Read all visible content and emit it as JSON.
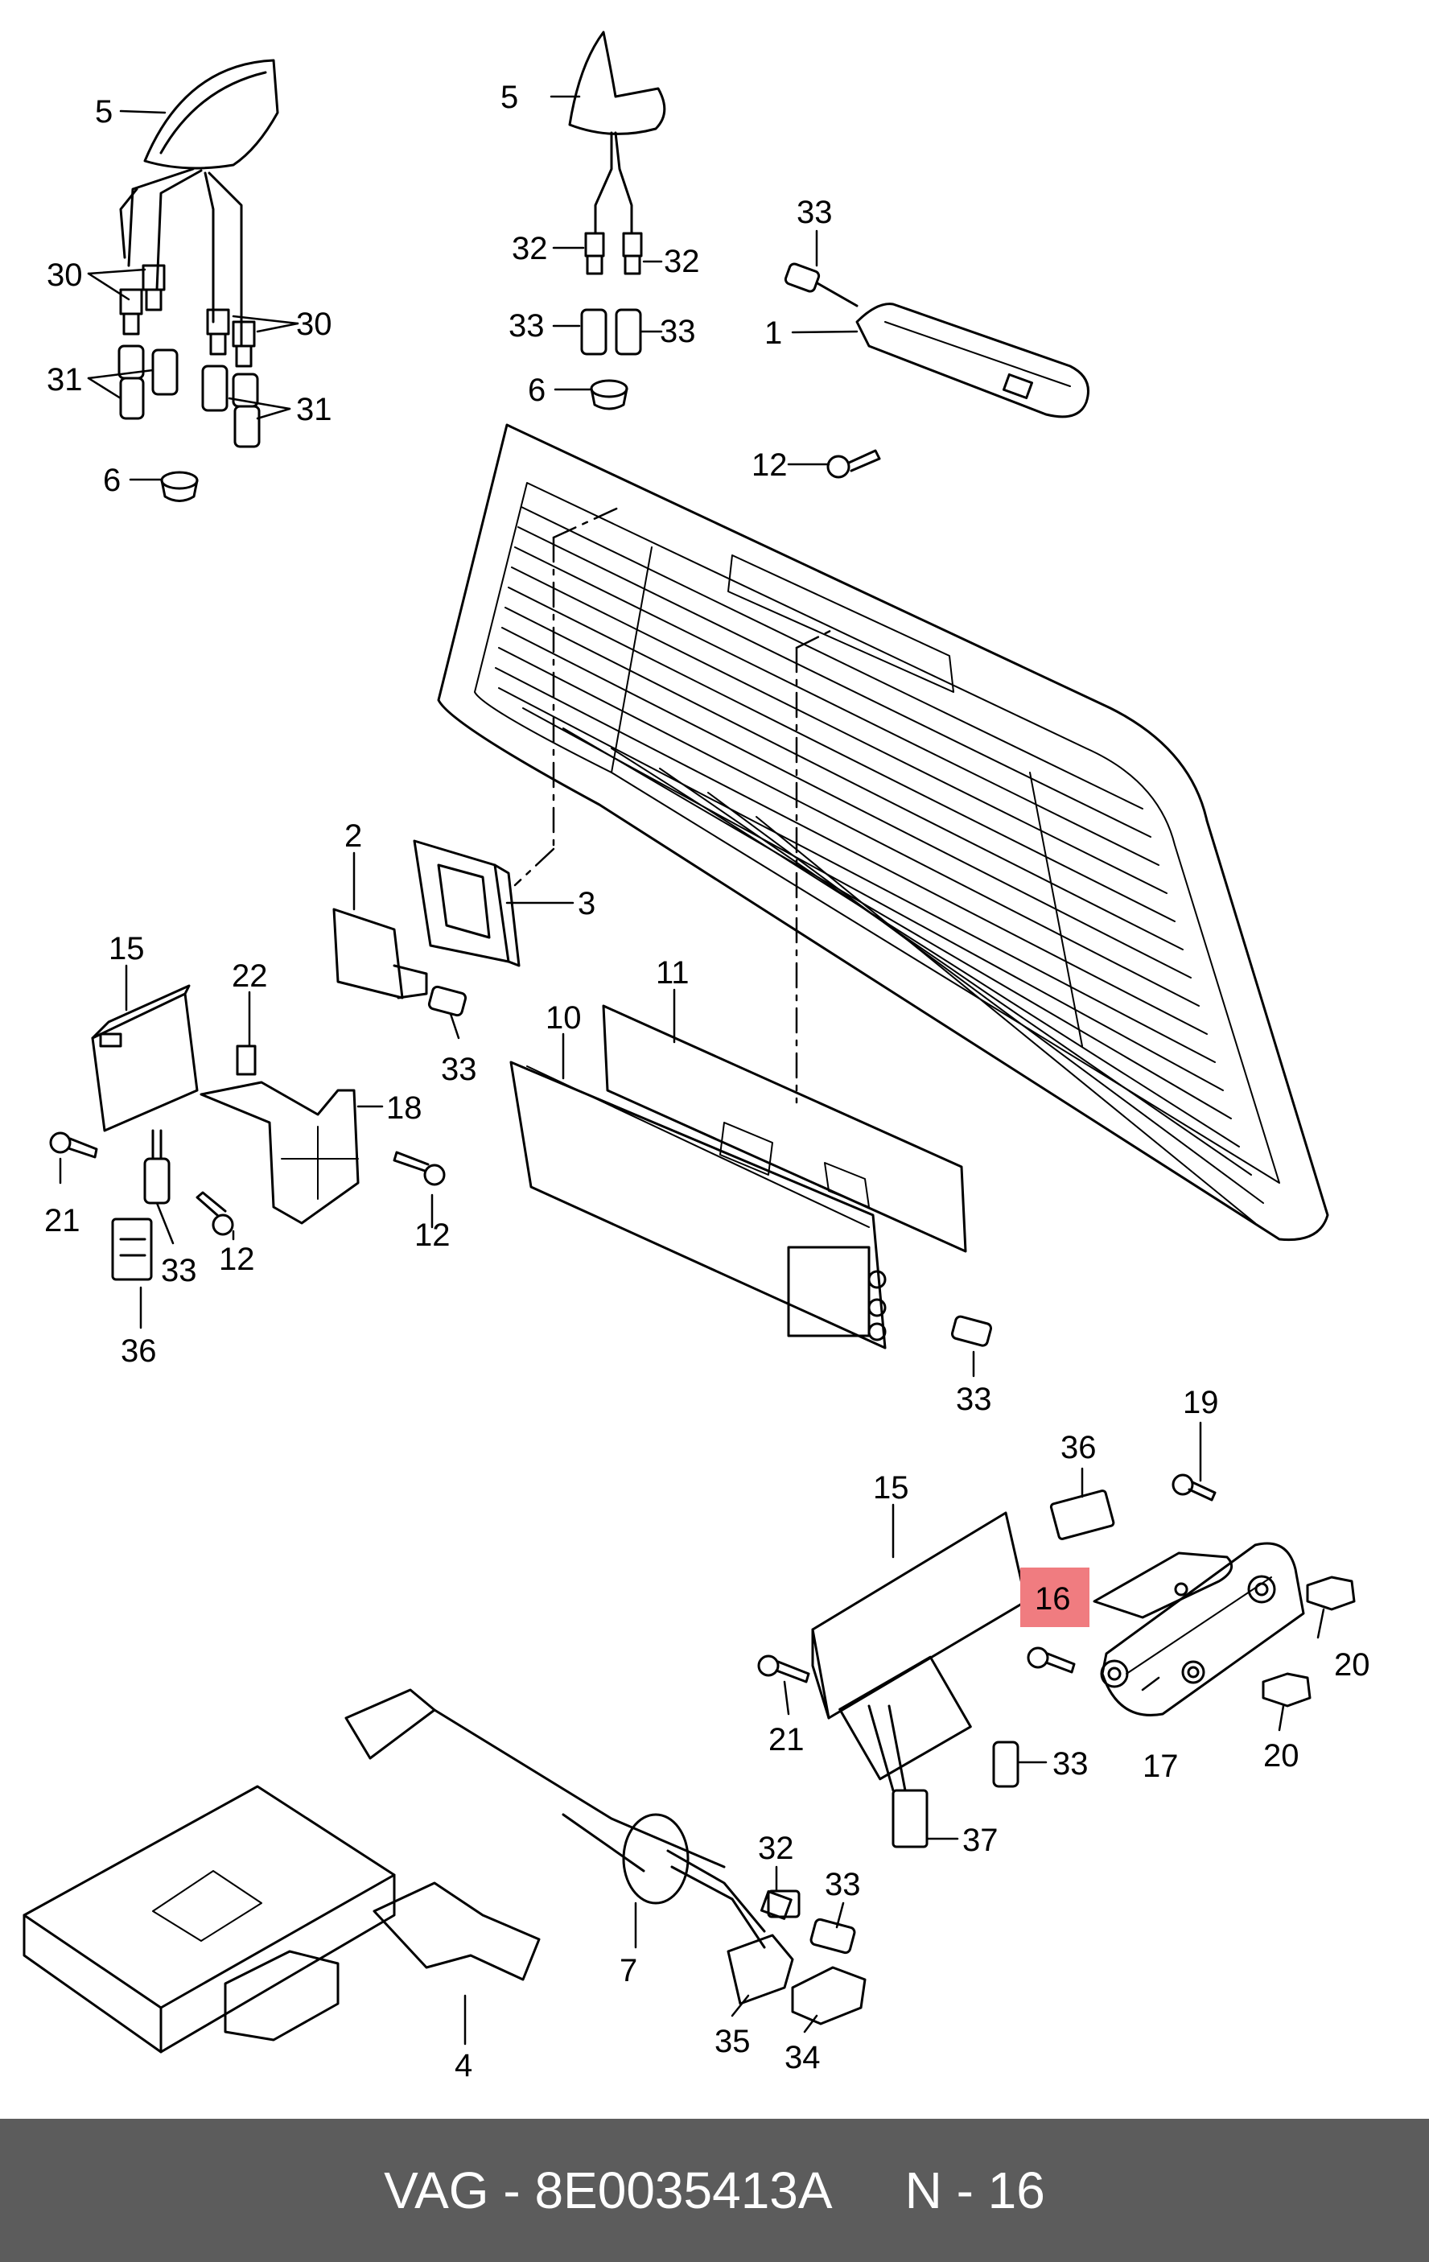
{
  "footer": {
    "part_text": "VAG - 8E0035413A",
    "page_text": "N - 16"
  },
  "highlight": {
    "label": "16",
    "color": "#f07c80"
  },
  "callouts": {
    "c1": "1",
    "c2": "2",
    "c3": "3",
    "c4": "4",
    "c5a": "5",
    "c5b": "5",
    "c6a": "6",
    "c6b": "6",
    "c7": "7",
    "c10": "10",
    "c11": "11",
    "c12a": "12",
    "c12b": "12",
    "c12c": "12",
    "c15a": "15",
    "c15b": "15",
    "c17": "17",
    "c18": "18",
    "c19": "19",
    "c20a": "20",
    "c20b": "20",
    "c21a": "21",
    "c21b": "21",
    "c22": "22",
    "c30a": "30",
    "c30b": "30",
    "c31a": "31",
    "c31b": "31",
    "c32a": "32",
    "c32b": "32",
    "c32c": "32",
    "c33a": "33",
    "c33b": "33",
    "c33c": "33",
    "c33d": "33",
    "c33e": "33",
    "c33f": "33",
    "c33g": "33",
    "c33h": "33",
    "c34": "34",
    "c35": "35",
    "c36a": "36",
    "c36b": "36",
    "c37": "37"
  }
}
